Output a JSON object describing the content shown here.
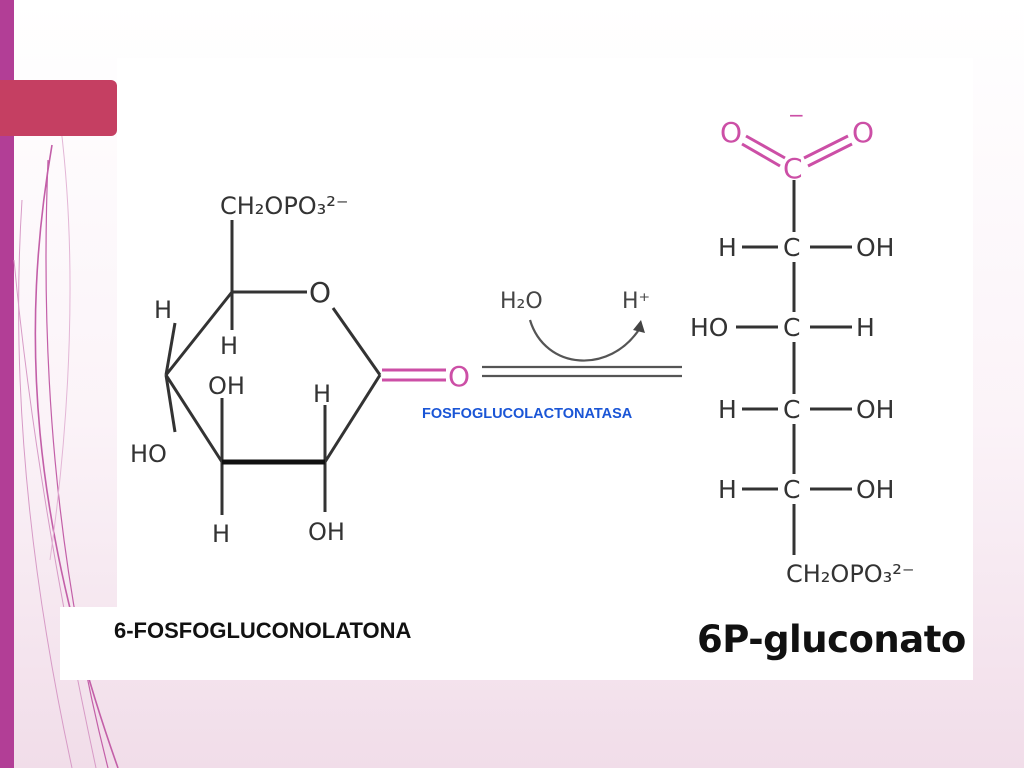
{
  "labels": {
    "reactant_name": "6-FOSFOGLUCONOLATONA",
    "enzyme": "FOSFOGLUCOLACTONATASA",
    "product_name": "6P-gluconato"
  },
  "reactant": {
    "substituent_top": "CH₂OPO₃²⁻",
    "ring_oxygen": "O",
    "carbonyl_oxygen": "O",
    "ring_labels": [
      "H",
      "H",
      "OH",
      "H",
      "HO",
      "H",
      "OH"
    ]
  },
  "reaction": {
    "reagent_in": "H₂O",
    "reagent_out": "H⁺"
  },
  "product": {
    "carboxylate": {
      "charge": "−",
      "oxygen_left": "O",
      "oxygen_right": "O",
      "carbon": "C"
    },
    "rows": [
      {
        "left": "H",
        "carbon": "C",
        "right": "OH"
      },
      {
        "left": "HO",
        "carbon": "C",
        "right": "H"
      },
      {
        "left": "H",
        "carbon": "C",
        "right": "OH"
      },
      {
        "left": "H",
        "carbon": "C",
        "right": "OH"
      }
    ],
    "bottom": "CH₂OPO₃²⁻"
  },
  "colors": {
    "accent_purple": "#b23e96",
    "accent_red": "#c53f62",
    "carbonyl_pink": "#cc4fa6",
    "enzyme_blue": "#1a55d6"
  }
}
